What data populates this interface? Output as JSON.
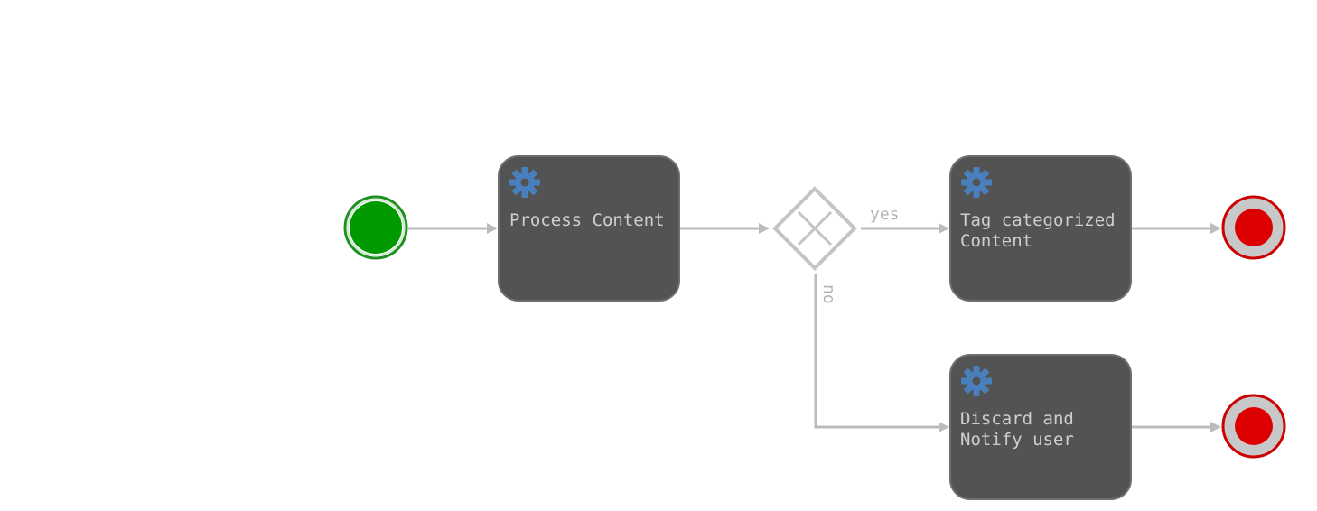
{
  "diagram": {
    "start_event": {
      "type": "start",
      "color": "#009900",
      "border_color": "#1f8f1f"
    },
    "tasks": [
      {
        "id": "process",
        "label_lines": [
          "Process Content"
        ],
        "icon": "gear-icon"
      },
      {
        "id": "tag",
        "label_lines": [
          "Tag categorized",
          "Content"
        ],
        "icon": "gear-icon"
      },
      {
        "id": "discard",
        "label_lines": [
          "Discard and",
          "Notify user"
        ],
        "icon": "gear-icon"
      }
    ],
    "gateway": {
      "type": "exclusive",
      "icon": "x-icon"
    },
    "flows": {
      "yes_label": "yes",
      "no_label": "no"
    },
    "end_events": [
      {
        "id": "end-tag",
        "color": "#dd0000",
        "border_color": "#cc0000"
      },
      {
        "id": "end-discard",
        "color": "#dd0000",
        "border_color": "#cc0000"
      }
    ],
    "colors": {
      "task_fill": "#535353",
      "task_stroke": "#6e6e6e",
      "flow": "#bcbcbc",
      "gear": "#4a7fbd",
      "task_text": "#cfcfcf"
    }
  }
}
